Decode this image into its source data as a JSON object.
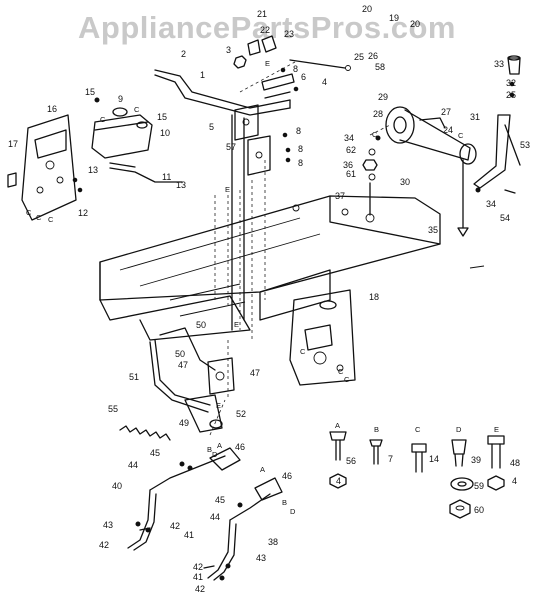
{
  "watermark": "AppliancePartsPros.com",
  "callouts": {
    "c1": "1",
    "c2": "2",
    "c3": "3",
    "c4a": "4",
    "c4b": "4",
    "c4c": "4",
    "c5": "5",
    "c6": "6",
    "c7": "7",
    "c8a": "8",
    "c8b": "8",
    "c8c": "8",
    "c8d": "8",
    "c9": "9",
    "c10": "10",
    "c11": "11",
    "c12": "12",
    "c13a": "13",
    "c13b": "13",
    "c14": "14",
    "c15a": "15",
    "c15b": "15",
    "c16": "16",
    "c17": "17",
    "c18": "18",
    "c19": "19",
    "c20a": "20",
    "c20b": "20",
    "c21": "21",
    "c22": "22",
    "c23": "23",
    "c24": "24",
    "c25a": "25",
    "c25b": "25",
    "c26": "26",
    "c27": "27",
    "c28": "28",
    "c29": "29",
    "c30": "30",
    "c31": "31",
    "c32": "32",
    "c33": "33",
    "c34a": "34",
    "c34b": "34",
    "c35": "35",
    "c36": "36",
    "c37": "37",
    "c38": "38",
    "c39": "39",
    "c40": "40",
    "c41a": "41",
    "c41b": "41",
    "c42a": "42",
    "c42b": "42",
    "c42c": "42",
    "c42d": "42",
    "c43a": "43",
    "c43b": "43",
    "c44a": "44",
    "c44b": "44",
    "c45a": "45",
    "c45b": "45",
    "c46a": "46",
    "c46b": "46",
    "c47a": "47",
    "c47b": "47",
    "c48": "48",
    "c49": "49",
    "c50a": "50",
    "c50b": "50",
    "c51": "51",
    "c52": "52",
    "c53": "53",
    "c54": "54",
    "c55": "55",
    "c56": "56",
    "c57": "57",
    "c58": "58",
    "c59": "59",
    "c60": "60",
    "c61": "61",
    "c62": "62"
  },
  "letters": {
    "la": "A",
    "lb": "B",
    "lc": "C",
    "ld": "D",
    "le": "E",
    "lc1": "C",
    "lc2": "C",
    "lc3": "C",
    "lc4": "C",
    "lc5": "C",
    "lc6": "C",
    "lc7": "C",
    "lc8": "C",
    "lc9": "C",
    "lc10": "C",
    "le1": "E",
    "le2": "E",
    "le3": "E",
    "le4": "E",
    "ld1": "D",
    "ld2": "D",
    "la1": "A",
    "la2": "A",
    "lb1": "B",
    "lb2": "B"
  }
}
